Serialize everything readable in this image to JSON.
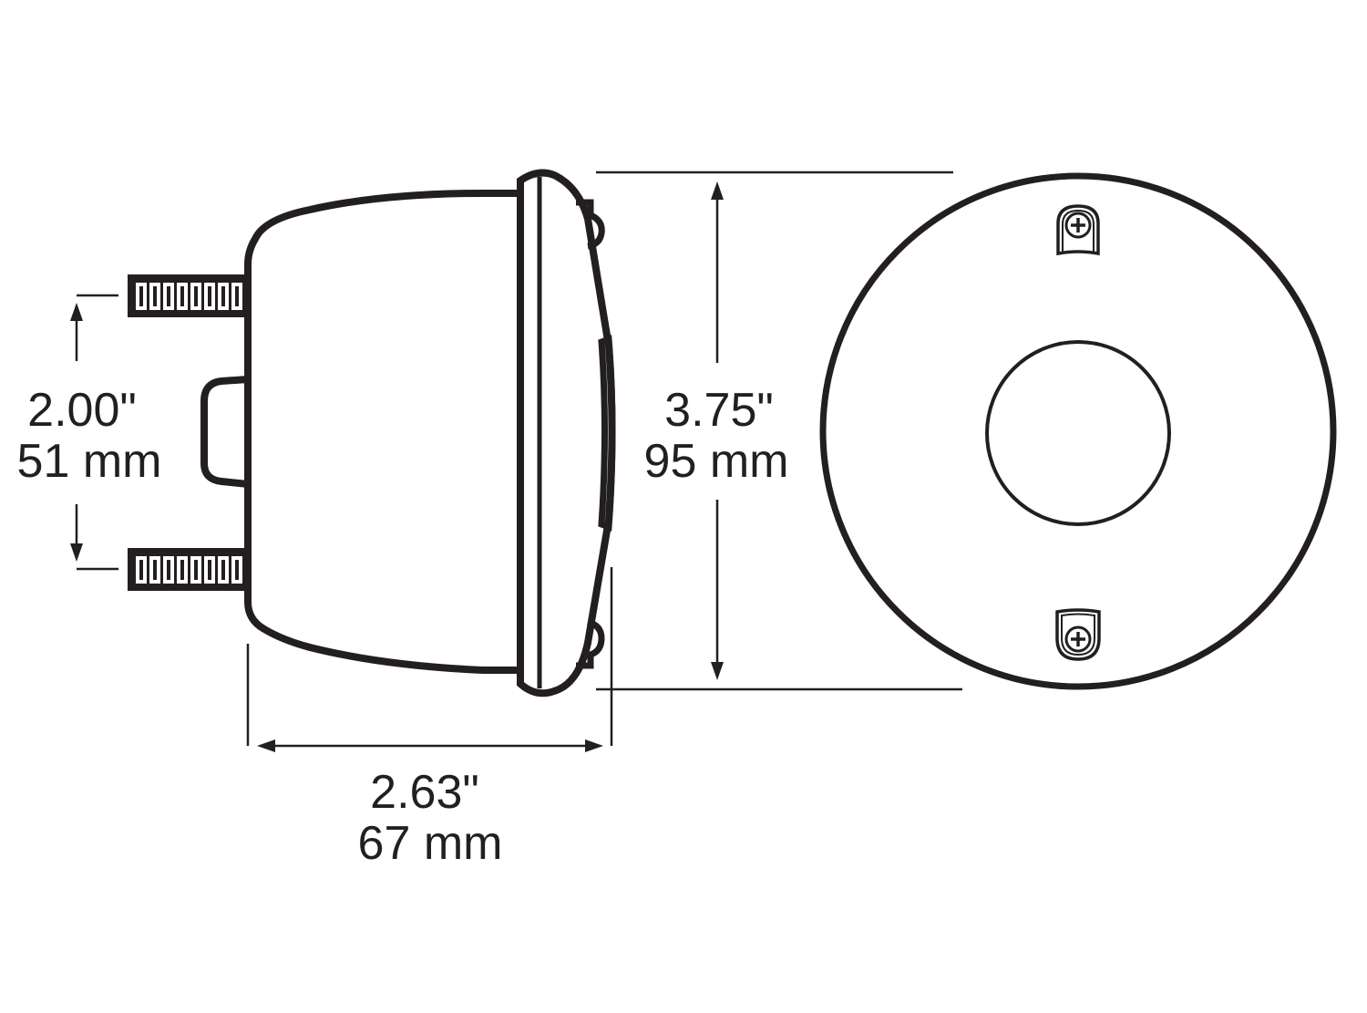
{
  "diagram": {
    "type": "technical-dimension-drawing",
    "ink_color": "#231f20",
    "background": "#ffffff",
    "views": [
      {
        "name": "side-view",
        "description": "Side profile of round lamp with two mounting studs and center connector"
      },
      {
        "name": "front-view",
        "description": "Circular face with central lens and two screw mounts"
      }
    ],
    "dimensions": {
      "stud_spacing": {
        "imperial": "2.00\"",
        "metric": "51 mm"
      },
      "diameter": {
        "imperial": "3.75\"",
        "metric": "95 mm"
      },
      "depth": {
        "imperial": "2.63\"",
        "metric": "67 mm"
      }
    },
    "icons": [
      "phillips-screw-icon-top",
      "phillips-screw-icon-bottom",
      "threaded-stud-top",
      "threaded-stud-bottom"
    ]
  }
}
